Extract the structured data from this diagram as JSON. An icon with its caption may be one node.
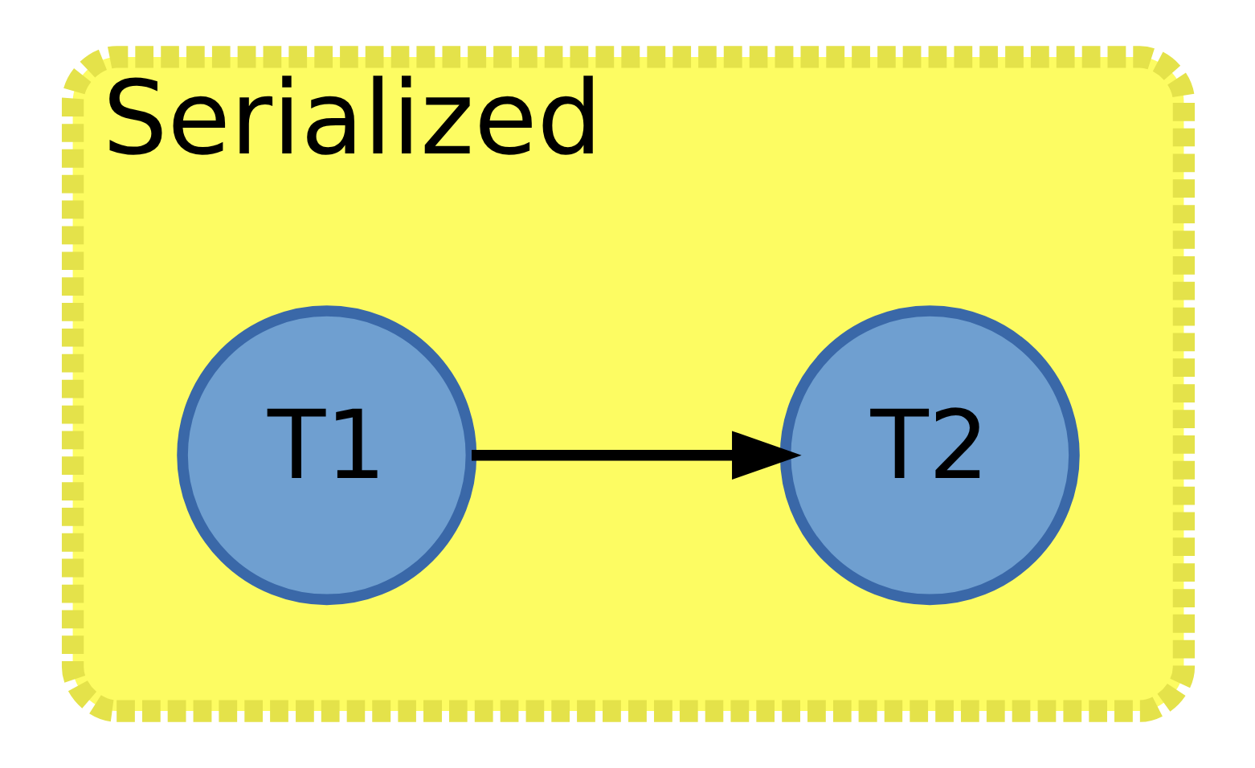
{
  "diagram": {
    "nodes": [
      {
        "text": [
          "Serialized"
        ]
      },
      {
        "text": [
          "T1"
        ],
        "in": 0
      },
      {
        "text": [
          "T2"
        ],
        "in": 0
      }
    ],
    "edges": [
      {
        "from": 1,
        "to": 2,
        "arrow": "to"
      }
    ]
  }
}
